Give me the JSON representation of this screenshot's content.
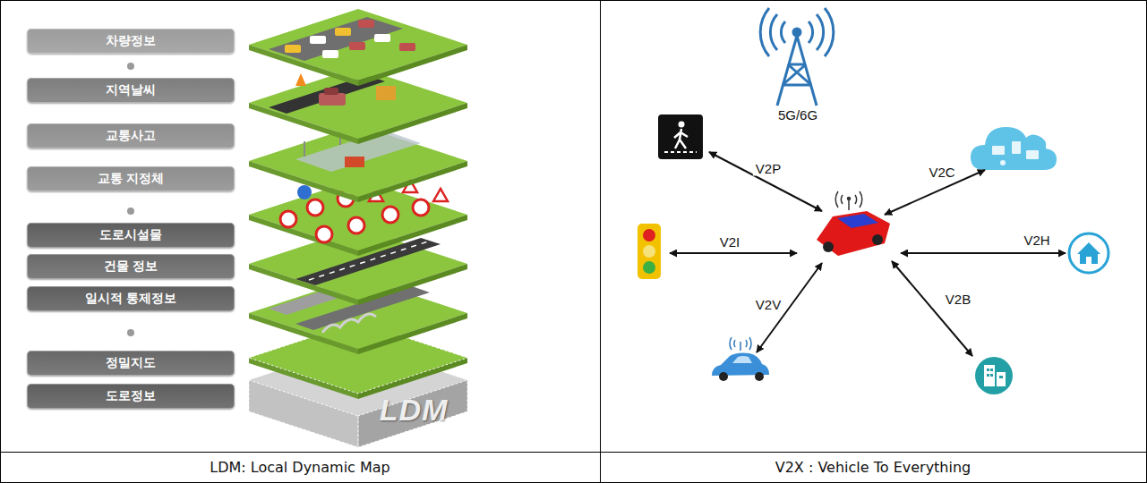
{
  "diagram": {
    "nodes": [
      {
        "text": [
          "차량정보"
        ]
      },
      {
        "text": [
          "지역날씨"
        ]
      },
      {
        "text": [
          "교통사고"
        ]
      },
      {
        "text": [
          "교통 지정체"
        ]
      },
      {
        "text": [
          "도로시설물"
        ]
      },
      {
        "text": [
          "건물 정보"
        ]
      },
      {
        "text": [
          "일시적 통제정보"
        ]
      },
      {
        "text": [
          "정밀지도"
        ]
      },
      {
        "text": [
          "도로정보"
        ]
      }
    ],
    "labels": [
      "LDM",
      "5G/6G",
      "V2P",
      "V2C",
      "V2I",
      "V2H",
      "V2V",
      "V2B",
      "LDM: Local Dynamic Map",
      "V2X : Vehicle To Everything"
    ]
  }
}
